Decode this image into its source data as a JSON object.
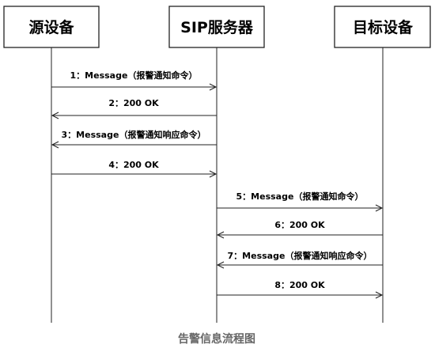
{
  "participants": [
    {
      "label": "源设备"
    },
    {
      "label": "SIP服务器"
    },
    {
      "label": "目标设备"
    }
  ],
  "messages": [
    {
      "label": "1：Message（报警通知命令）"
    },
    {
      "label": "2：200 OK"
    },
    {
      "label": "3：Message（报警通知响应命令）"
    },
    {
      "label": "4：200 OK"
    },
    {
      "label": "5：Message（报警通知命令）"
    },
    {
      "label": "6：200 OK"
    },
    {
      "label": "7：Message（报警通知响应命令）"
    },
    {
      "label": "8：200 OK"
    }
  ],
  "caption": "告警信息流程图",
  "colors": {
    "line": "#222222",
    "text": "#000000",
    "caption": "#666666"
  }
}
